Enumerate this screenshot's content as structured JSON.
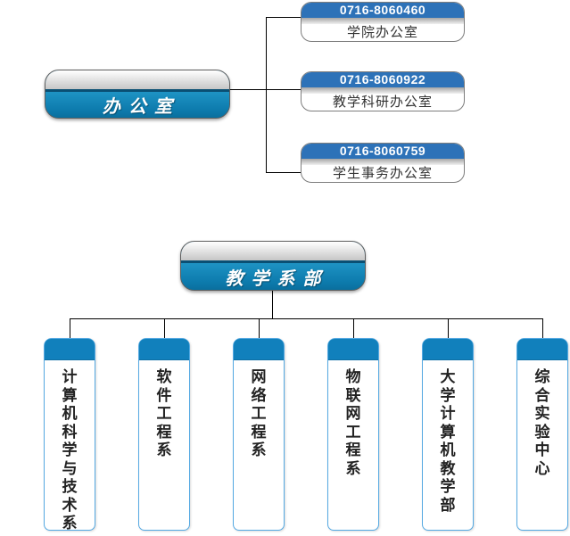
{
  "office": {
    "title": "办公室",
    "children": [
      {
        "phone": "0716-8060460",
        "label": "学院办公室"
      },
      {
        "phone": "0716-8060922",
        "label": "教学科研办公室"
      },
      {
        "phone": "0716-8060759",
        "label": "学生事务办公室"
      }
    ]
  },
  "departments": {
    "title": "教学系部",
    "items": [
      {
        "label": "计算机科学与技术系"
      },
      {
        "label": "软件工程系"
      },
      {
        "label": "网络工程系"
      },
      {
        "label": "物联网工程系"
      },
      {
        "label": "大学计算机教学部"
      },
      {
        "label": "综合实验中心"
      }
    ]
  },
  "colors": {
    "parent_node_blue": "#0d7bad",
    "parent_node_separator": "#0a4f73",
    "phone_header_blue": "#2d72b8",
    "dept_header_blue": "#1180bc",
    "dept_border_blue": "#55a9e2",
    "connector": "#000000"
  }
}
